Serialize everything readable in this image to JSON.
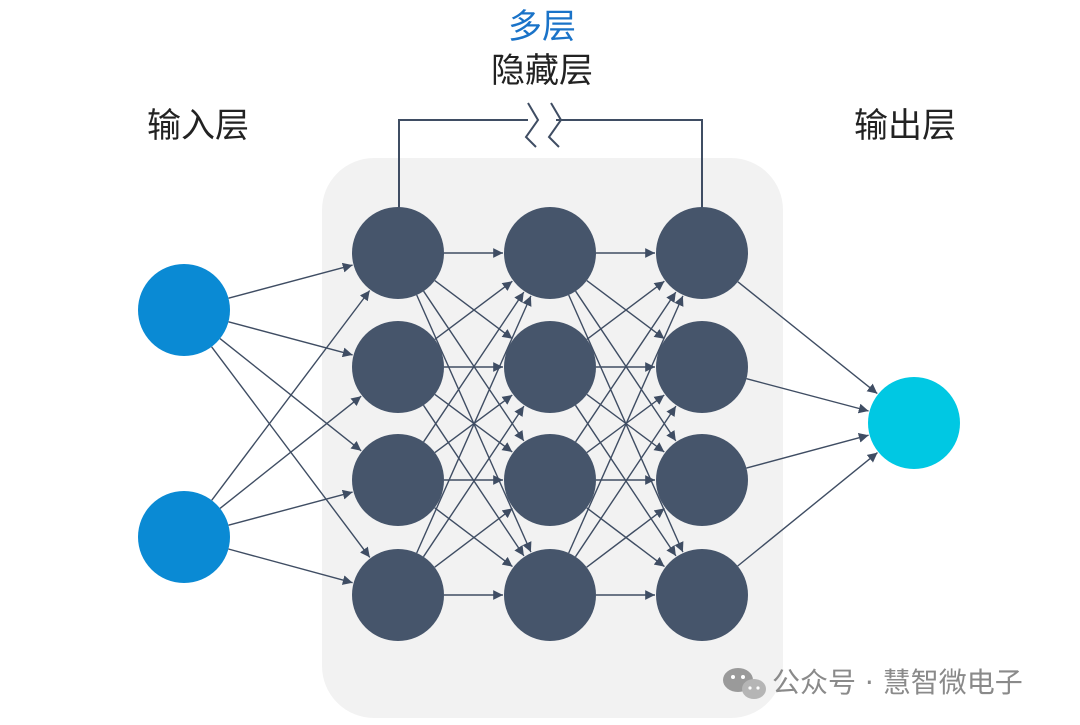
{
  "labels": {
    "input_layer": "输入层",
    "hidden_layer_multi": "多层",
    "hidden_layer": "隐藏层",
    "output_layer": "输出层"
  },
  "watermark": {
    "icon": "wechat-icon",
    "text": "公众号 · 慧智微电子"
  },
  "network": {
    "input_nodes": 2,
    "hidden_layers": 3,
    "hidden_nodes_per_layer": 4,
    "output_nodes": 1
  },
  "colors": {
    "input_node": "#0a8ad4",
    "hidden_node": "#46556b",
    "output_node": "#00c8e3",
    "edge": "#3f4d63",
    "hidden_panel": "#f2f2f2",
    "accent_text": "#1a73c8"
  }
}
